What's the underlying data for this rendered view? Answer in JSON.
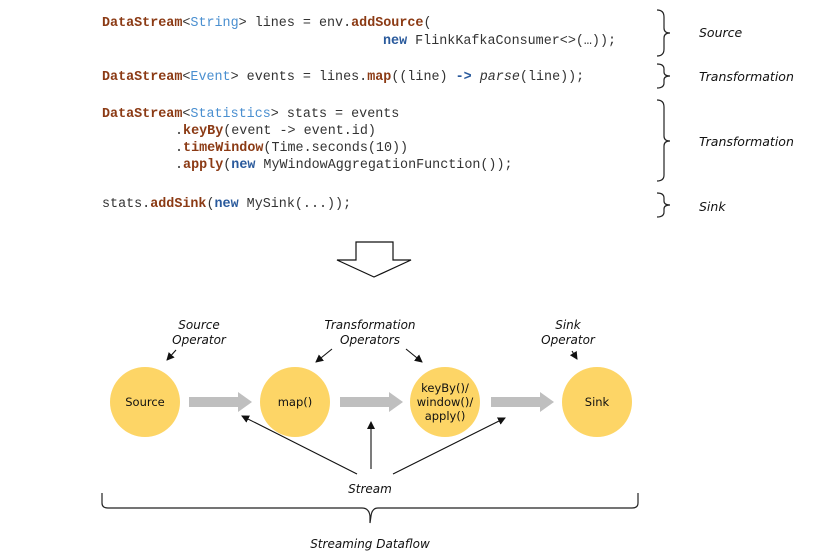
{
  "code": {
    "line1": {
      "type": "DataStream",
      "generic": "String",
      "rest1": "> lines = env.",
      "fn": "addSource",
      "rest2": "("
    },
    "line2": {
      "new": "new",
      "rest": " FlinkKafkaConsumer<>(…));"
    },
    "line3": {
      "type": "DataStream",
      "generic": "Event",
      "rest1": "> events = lines.",
      "fn": "map",
      "rest2": "((line) ",
      "arrow": "->",
      "italic": "parse",
      "rest3": "(line));"
    },
    "line4": {
      "type": "DataStream",
      "generic": "Statistics",
      "rest1": "> stats = events"
    },
    "line5": {
      "dot": ".",
      "fn": "keyBy",
      "rest": "(event -> event.id)"
    },
    "line6": {
      "dot": ".",
      "fn": "timeWindow",
      "rest": "(Time.seconds(10))"
    },
    "line7": {
      "dot": ".",
      "fn": "apply",
      "paren": "(",
      "new": "new",
      "rest": " MyWindowAggregationFunction());"
    },
    "line8": {
      "pre": "stats.",
      "fn": "addSink",
      "paren": "(",
      "new": "new",
      "rest": " MySink(...));"
    }
  },
  "brackets": [
    {
      "label": "Source"
    },
    {
      "label": "Transformation"
    },
    {
      "label": "Transformation"
    },
    {
      "label": "Sink"
    }
  ],
  "dataflow": {
    "nodes": [
      {
        "label_lines": [
          "Source"
        ]
      },
      {
        "label_lines": [
          "map()"
        ]
      },
      {
        "label_lines": [
          "keyBy()/",
          "window()/",
          "apply()"
        ]
      },
      {
        "label_lines": [
          "Sink"
        ]
      }
    ],
    "annotations": {
      "source_operator": [
        "Source",
        "Operator"
      ],
      "transformation_operators": [
        "Transformation",
        "Operators"
      ],
      "sink_operator": [
        "Sink",
        "Operator"
      ],
      "stream": "Stream",
      "streaming_dataflow": "Streaming Dataflow"
    },
    "colors": {
      "node": "#fdd566",
      "flow_arrow": "#bfbfbf",
      "line": "#111111"
    }
  }
}
